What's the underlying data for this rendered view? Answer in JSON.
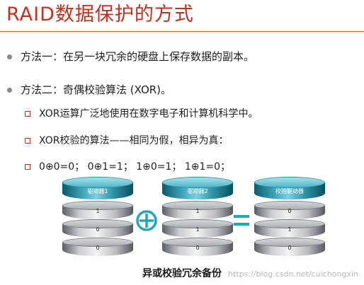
{
  "title": "RAID数据保护的方式",
  "bullets": [
    "方法一：在另一块冗余的硬盘上保存数据的副本。",
    "方法二：奇偶校验算法 (XOR)。"
  ],
  "sub_bullets": [
    "XOR运算广泛地使用在数字电子和计算机科学中。",
    "XOR校验的算法——相同为假，相异为真：",
    "0⊕0=0；  0⊕1=1；  1⊕0=1；  1⊕1=0；"
  ],
  "disks": [
    {
      "label": "驱动器1",
      "values": [
        "1",
        "0",
        "0"
      ]
    },
    {
      "label": "驱动器2",
      "values": [
        "1",
        "1",
        "0"
      ]
    },
    {
      "label": "校验驱动器",
      "values": [
        "0",
        "1",
        "0"
      ]
    }
  ],
  "caption": "异或校验冗余备份",
  "watermark": "https://blog.csdn.net/cuichongxin",
  "colors": {
    "title": "#c42f1e",
    "xor_symbol": "#23a7b7",
    "equals_symbol": "#23a7b7",
    "disk_head": "#3ea3b8"
  },
  "icons": {
    "xor": "circle-plus-icon",
    "equals": "equals-icon"
  }
}
